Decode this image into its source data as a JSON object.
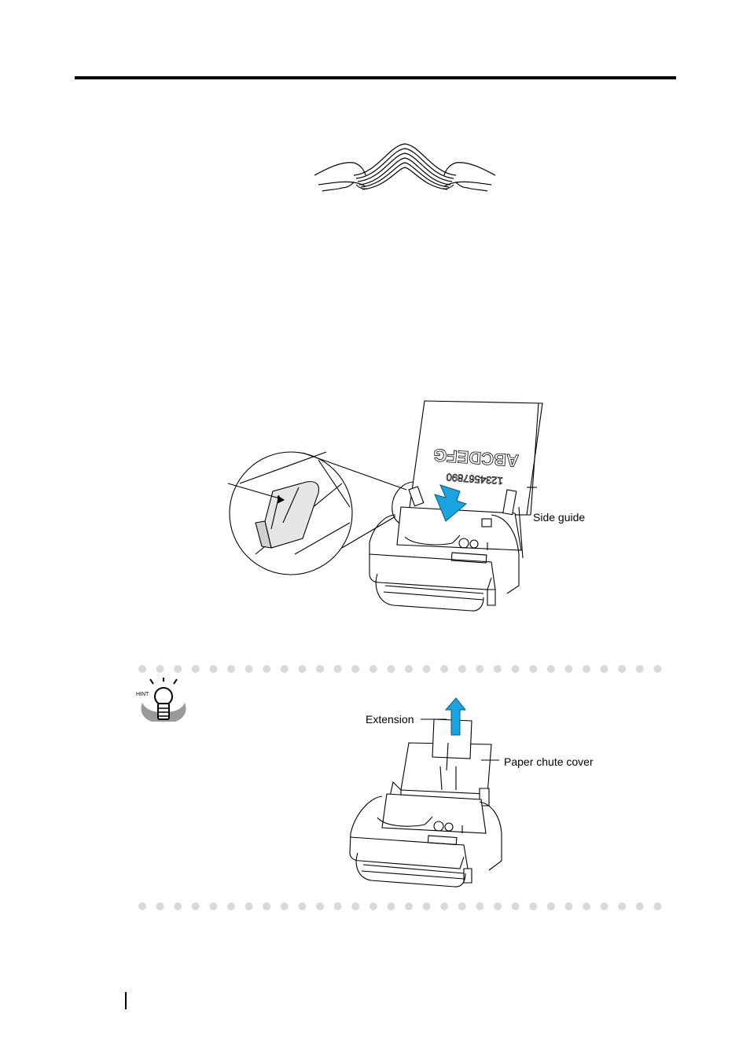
{
  "figures": {
    "scanner_main": {
      "paper_text_line1": "1234567890",
      "paper_text_line2": "ABCDEFG",
      "side_guide_label": "Side guide"
    },
    "hint": {
      "icon_text": "HINT",
      "extension_label": "Extension",
      "paper_chute_cover_label": "Paper chute cover"
    }
  },
  "colors": {
    "arrow_blue": "#1aa3e0",
    "dot_gray": "#d9d9d9",
    "hint_gray": "#9a9a9a"
  }
}
